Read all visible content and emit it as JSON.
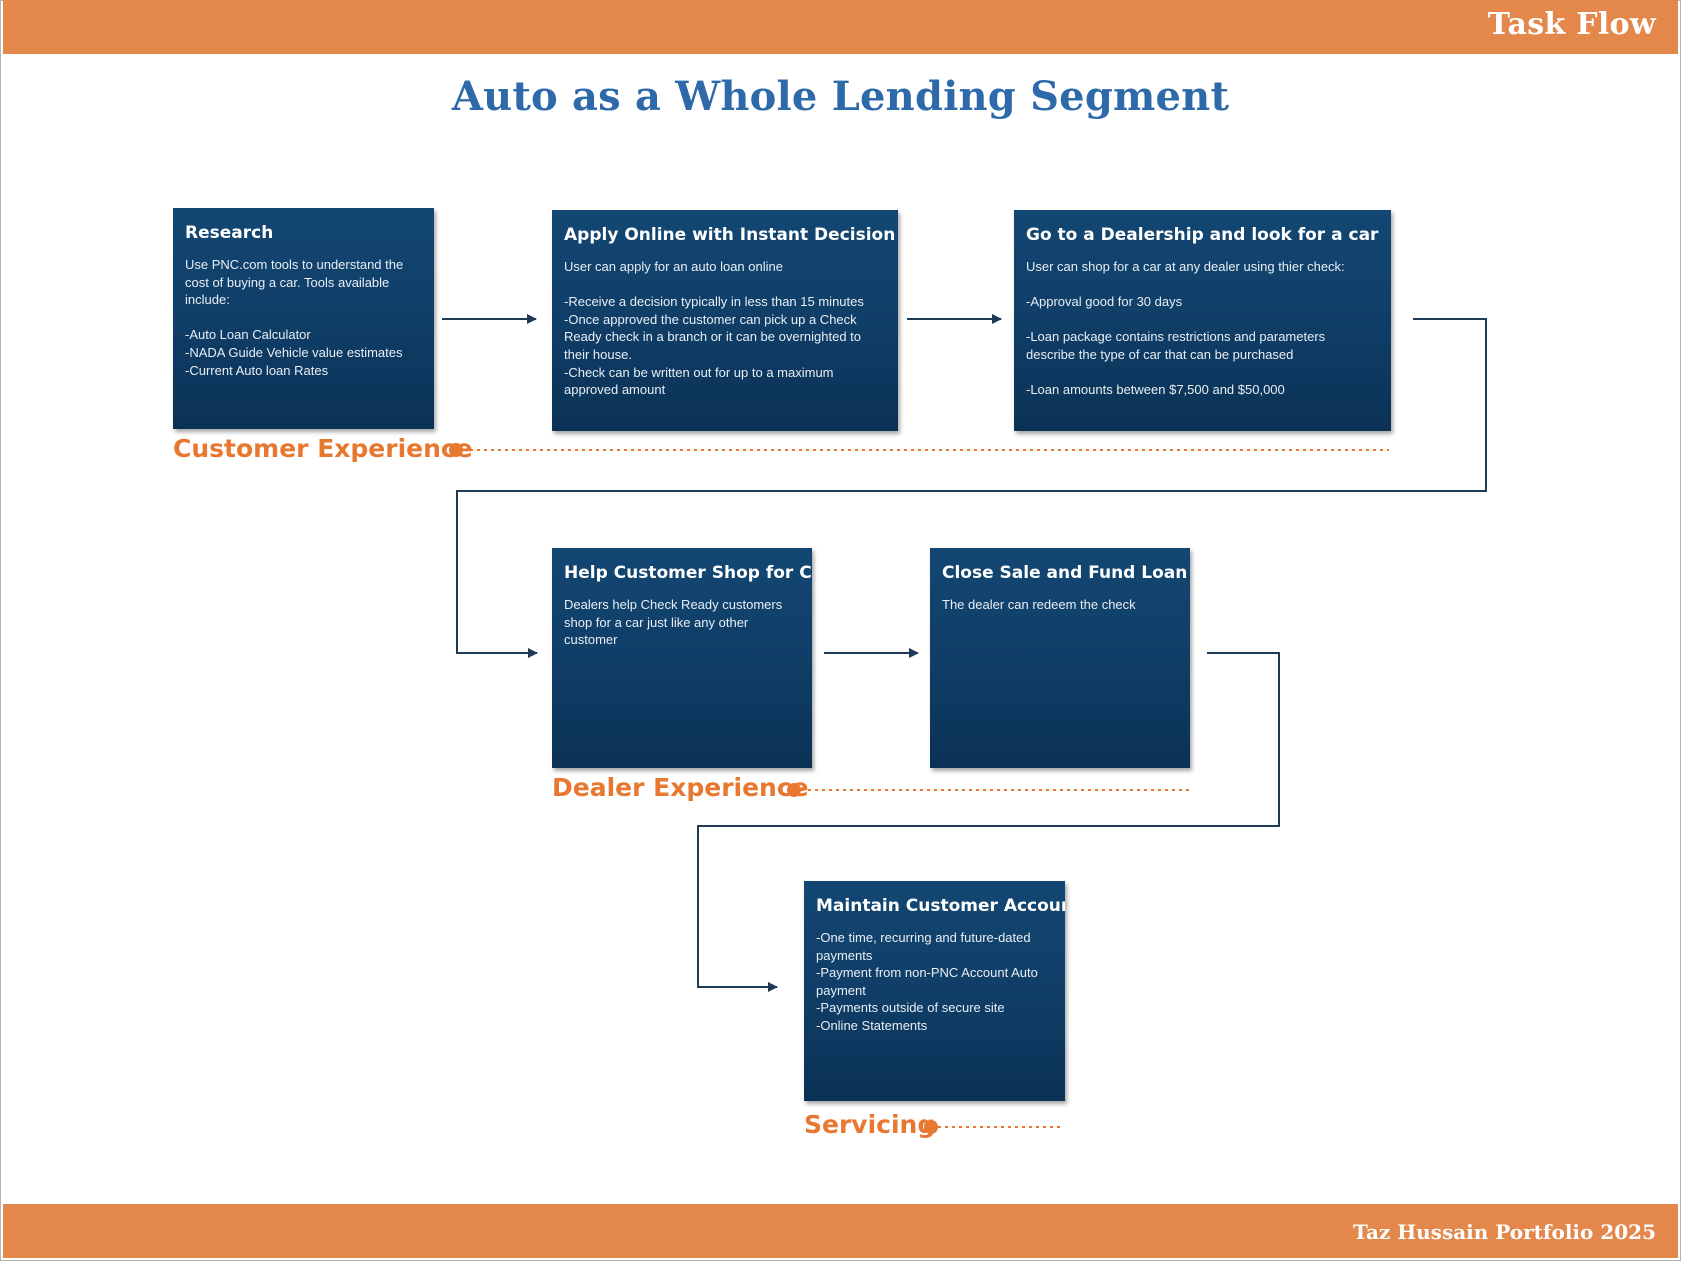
{
  "header": {
    "label": "Task Flow"
  },
  "footer": {
    "label": "Taz Hussain Portfolio 2025"
  },
  "title": "Auto as a Whole Lending Segment",
  "colors": {
    "bar": "#e3884a",
    "title": "#2e6aaa",
    "card": "#0f3d66",
    "lane": "#e8782f",
    "connector": "#1e3a55"
  },
  "steps": {
    "research": {
      "title": "Research",
      "lines": [
        "Use PNC.com tools to understand the",
        "cost of buying a car. Tools available",
        "include:",
        "",
        "-Auto Loan Calculator",
        "-NADA Guide Vehicle value estimates",
        "-Current Auto loan Rates"
      ]
    },
    "apply": {
      "title": "Apply Online with Instant Decision",
      "lines": [
        "User can apply for an auto loan online",
        "",
        "-Receive a decision typically in less than 15 minutes",
        "-Once approved the customer can pick up a Check",
        "Ready check in a branch or it can be overnighted to",
        "their house.",
        "-Check can be written out for up to a maximum",
        "approved amount"
      ]
    },
    "dealership": {
      "title": "Go to a Dealership and look for a car",
      "lines": [
        "User can shop for a car at any dealer using thier check:",
        "",
        "-Approval good for 30 days",
        "",
        "-Loan package contains restrictions and parameters",
        "describe the type of car that can be purchased",
        "",
        "-Loan amounts between $7,500 and $50,000"
      ]
    },
    "help_shop": {
      "title": "Help Customer Shop for Car",
      "lines": [
        "Dealers help Check Ready customers",
        "shop for a car just like any other",
        "customer"
      ]
    },
    "close_sale": {
      "title": "Close Sale and Fund Loan",
      "lines": [
        "The dealer can redeem the check"
      ]
    },
    "maintain": {
      "title": "Maintain Customer Account",
      "lines": [
        "-One time, recurring and future-dated",
        "payments",
        "-Payment from non-PNC Account Auto",
        "payment",
        "-Payments outside of secure site",
        "-Online Statements"
      ]
    }
  },
  "lanes": {
    "customer": "Customer Experience",
    "dealer": "Dealer Experience",
    "servicing": "Servicing"
  }
}
